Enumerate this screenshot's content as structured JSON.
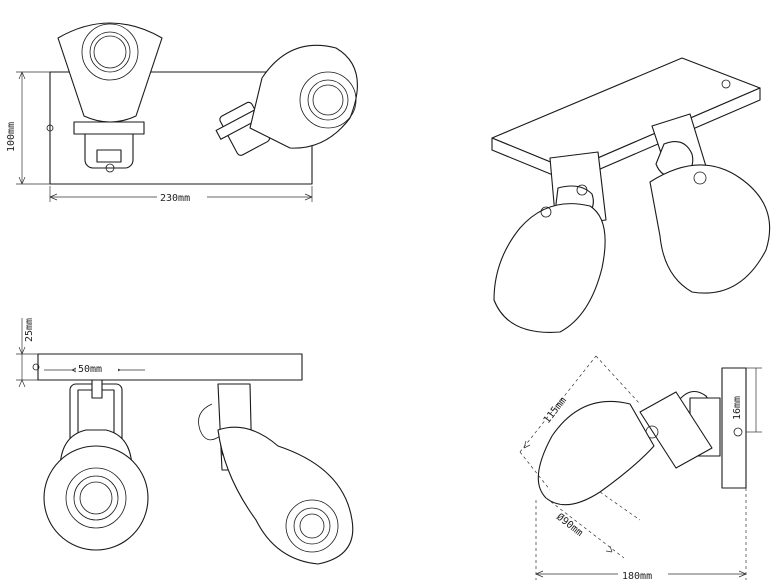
{
  "dimensions": {
    "front_height": "100mm",
    "front_width": "230mm",
    "side_depth": "25mm",
    "side_spacing": "50mm",
    "shade_length": "115mm",
    "shade_diameter": "Ø90mm",
    "mount_height": "16mm",
    "total_width": "180mm"
  }
}
